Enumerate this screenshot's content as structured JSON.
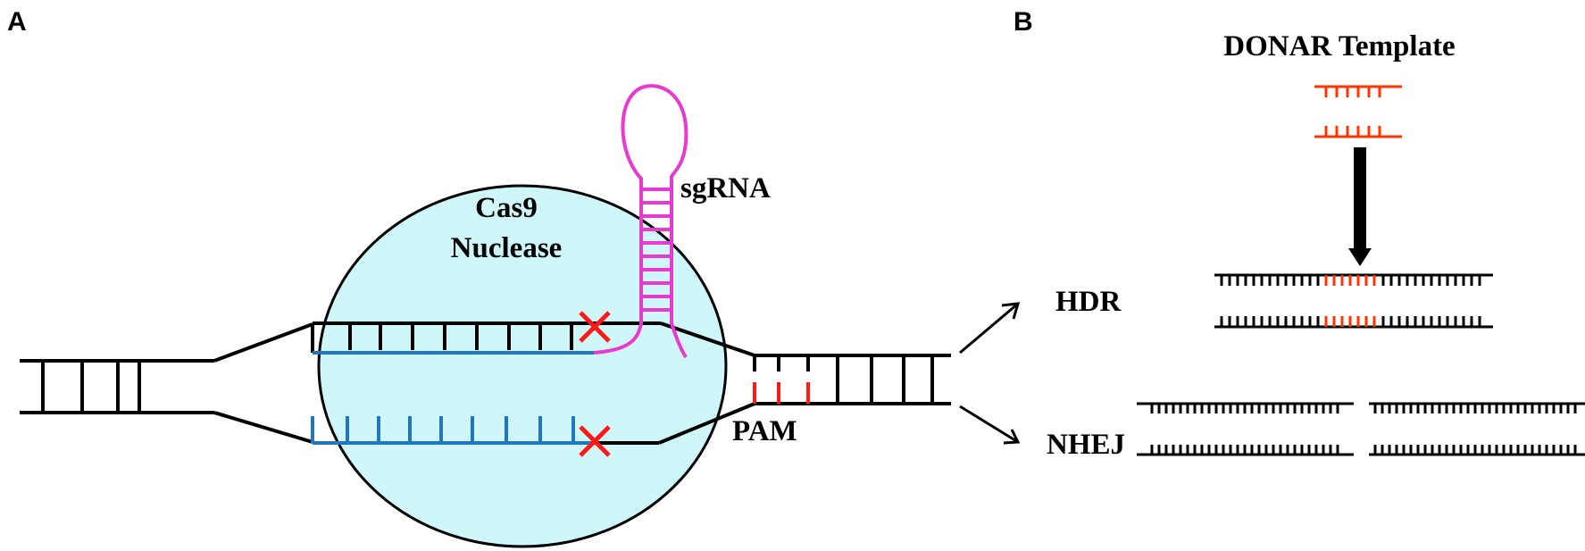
{
  "panels": {
    "a": "A",
    "b": "B"
  },
  "labels": {
    "cas9_line1": "Cas9",
    "cas9_line2": "Nuclease",
    "sgrna": "sgRNA",
    "pam": "PAM",
    "hdr": "HDR",
    "nhej": "NHEJ",
    "donor_template": "DONAR Template"
  },
  "colors": {
    "dna": "#000000",
    "guide_strand": "#1f77c0",
    "sgrna": "#e83ad0",
    "pam": "#ff1a1a",
    "cut_mark": "#ff1a1a",
    "donor": "#ff3300",
    "cas9_fill": "#cff6f8",
    "cas9_stroke": "#000000"
  },
  "icons": {
    "cut_mark": "red-x-icon",
    "arrow": "arrow-icon"
  }
}
